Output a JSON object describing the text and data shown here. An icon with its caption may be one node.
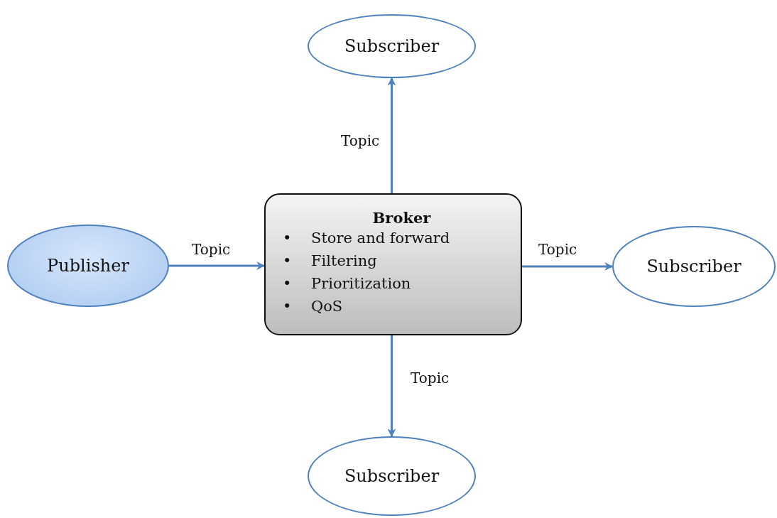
{
  "diagram": {
    "nodes": [
      {
        "text": [
          "Subscriber"
        ]
      },
      {
        "text": [
          "Publisher"
        ]
      },
      {
        "text": [
          "Broker",
          "•",
          "Store and forward",
          "•",
          "Filtering",
          "•",
          "Prioritization",
          "•",
          "QoS"
        ]
      },
      {
        "text": [
          "Subscriber"
        ]
      },
      {
        "text": [
          "Subscriber"
        ]
      }
    ],
    "edges": [
      {
        "from": 1,
        "to": 2,
        "arrow": "to",
        "label": "Topic"
      },
      {
        "from": 2,
        "to": 0,
        "arrow": "to",
        "label": "Topic"
      },
      {
        "from": 2,
        "to": 3,
        "arrow": "to",
        "label": "Topic"
      },
      {
        "from": 2,
        "to": 4,
        "arrow": "to",
        "label": "Topic"
      }
    ]
  }
}
